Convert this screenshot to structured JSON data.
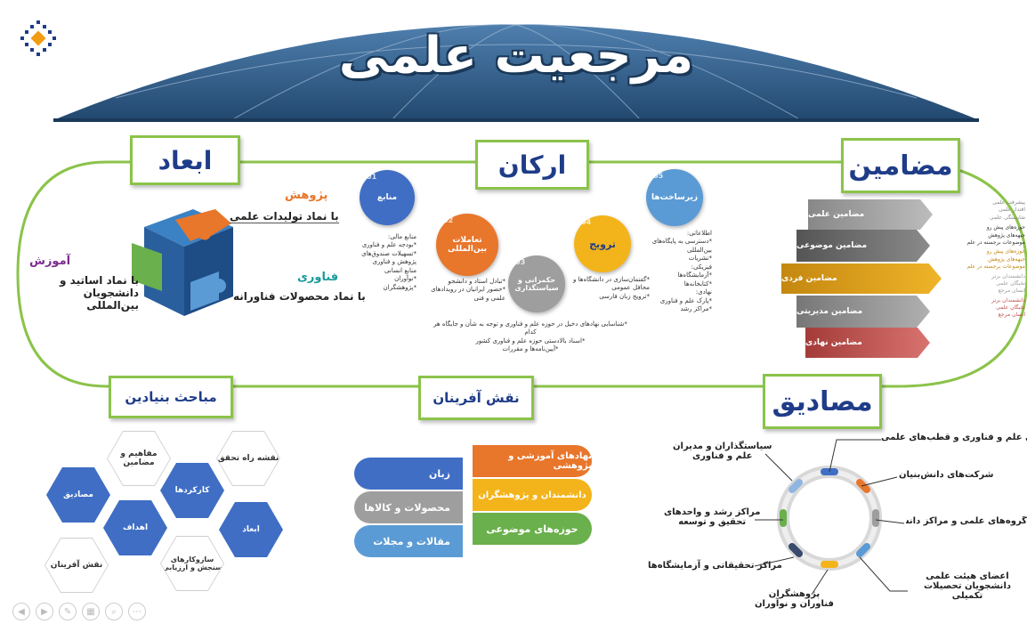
{
  "title": "مرجعیت علمی",
  "sections": {
    "abaad": "ابعاد",
    "arkan": "ارکان",
    "mazamin": "مضامین",
    "mabahes": "مباحث بنیادین",
    "naghsh": "نقش آفرینان",
    "masadigh": "مصادیق"
  },
  "abaad": {
    "pazhohesh_title": "پژوهش",
    "pazhohesh_text": "با نماد تولیدات علمی",
    "amoozesh_title": "آموزش",
    "amoozesh_text": "با نماد اساتید و دانشجویان بین‌المللی",
    "fanavari_title": "فناوری",
    "fanavari_text": "با نماد محصولات فناورانه"
  },
  "arkan": {
    "circles": [
      {
        "num": "01",
        "label": "منابع",
        "color": "#3f6ec4"
      },
      {
        "num": "02",
        "label": "تعاملات بین‌المللی",
        "color": "#e8762b"
      },
      {
        "num": "03",
        "label": "حکمرانی و سیاستگذاری",
        "color": "#9e9e9e"
      },
      {
        "num": "04",
        "label": "ترویج",
        "color": "#f3b41b"
      },
      {
        "num": "05",
        "label": "زیرساخت‌ها",
        "color": "#5b9bd5"
      }
    ],
    "manabe_text": "منابع مالی:\n*بودجه علم و فناوری\n*تسهیلات صندوق‌های پژوهش و فناوری\nمنابع انسانی\n*نوآوران\n*پژوهشگران",
    "taamolat_text": "*تبادل استاد و دانشجو\n*حضور ایرانیان در رویدادهای علمی و فنی",
    "hokmrani_text": "*شناسایی نهادهای دخیل در حوزه علم و فناوری و توجه به شأن و جایگاه هر کدام\n*اسناد بالادستی حوزه علم و فناوری کشور\n*آیین‌نامه‌ها و مقررات",
    "tarvij_text": "*گفتمان‌سازی در دانشگاه‌ها و محافل عمومی\n*ترویج زبان فارسی",
    "zirsakht_text": "اطلاعاتی:\n*دسترسی به پایگاه‌های بین‌المللی\n*نشریات\nفیزیکی:\n*آزمایشگاه‌ها\n*کتابخانه‌ها\nنهادی:\n*پارک علم و فناوری\n*مراکز رشد"
  },
  "mazamin": {
    "bands": [
      {
        "label": "مضامین علمی",
        "color": "#a9a9a9"
      },
      {
        "label": "مضامین موضوعی",
        "color": "#7f7f7f"
      },
      {
        "label": "مضامین فردی",
        "color": "#e3a21a"
      },
      {
        "label": "مضامین مدیریتی",
        "color": "#9e9e9e"
      },
      {
        "label": "مضامین نهادی",
        "color": "#c0504d"
      }
    ],
    "notes": [
      "پیشرفت علمی",
      "اقتدار علمی",
      "شایستگی علمی",
      "حوزه‌های پیش رو",
      "جبهه‌های پژوهش",
      "موضوعات برجسته در علم",
      "حوزه‌های پیش رو",
      "جبهه‌های پژوهش",
      "موضوعات برجسته در علم",
      "دانشمندان برتر",
      "نخبگان علمی",
      "انسان مرجع",
      "دانشمندان برتر",
      "نخبگان علمی",
      "انسان مرجع"
    ]
  },
  "mabahes": {
    "hexes": [
      "نقشه راه تحقق",
      "مفاهیم و مضامین",
      "کارکردها",
      "مصادیق",
      "اهداف",
      "ابعاد",
      "سازوکارهای سنجش و ارزیابی",
      "نقش آفرینان"
    ]
  },
  "naghsh": {
    "left": [
      "زبان",
      "محصولات و کالاها",
      "مقالات و مجلات"
    ],
    "right": [
      "نهادهای آموزشی و پژوهشی",
      "دانشمندان و پژوهشگران",
      "حوزه‌های موضوعی"
    ]
  },
  "masadigh": {
    "items": [
      "پارک‌های علم و فناوری و قطب‌های علمی",
      "شرکت‌های دانش‌بنیان",
      "گروه‌های علمی و مراکز دانشگاهی",
      "اعضای هیئت علمی\nدانشجویان تحصیلات تکمیلی",
      "پژوهشگران\nفناوران و نوآوران",
      "مراکز تحقیقاتی و آزمایشگاه‌ها",
      "مراکز رشد و واحدهای\nتحقیق و توسعه",
      "سیاستگذاران و مدیران\nعلم و فناوری"
    ]
  },
  "colors": {
    "green": "#8bc34a",
    "navy": "#1f3c88",
    "dome": "#2e5e8e"
  }
}
